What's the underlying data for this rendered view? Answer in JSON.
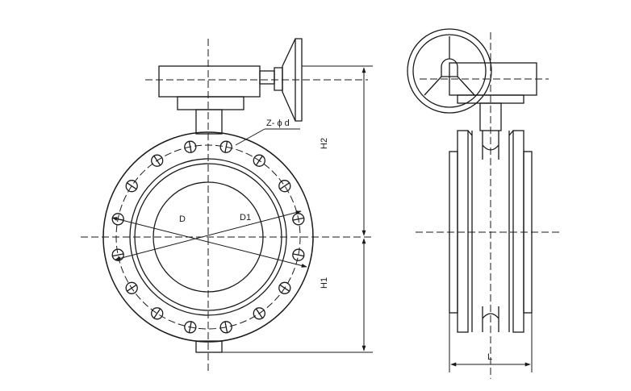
{
  "labels": {
    "z_phi_d": "Z- ϕ d",
    "D": "D",
    "D1": "D1",
    "H2": "H2",
    "H1": "H1",
    "L": "L"
  },
  "colors": {
    "line": "#1a1a1a",
    "background": "#ffffff"
  }
}
